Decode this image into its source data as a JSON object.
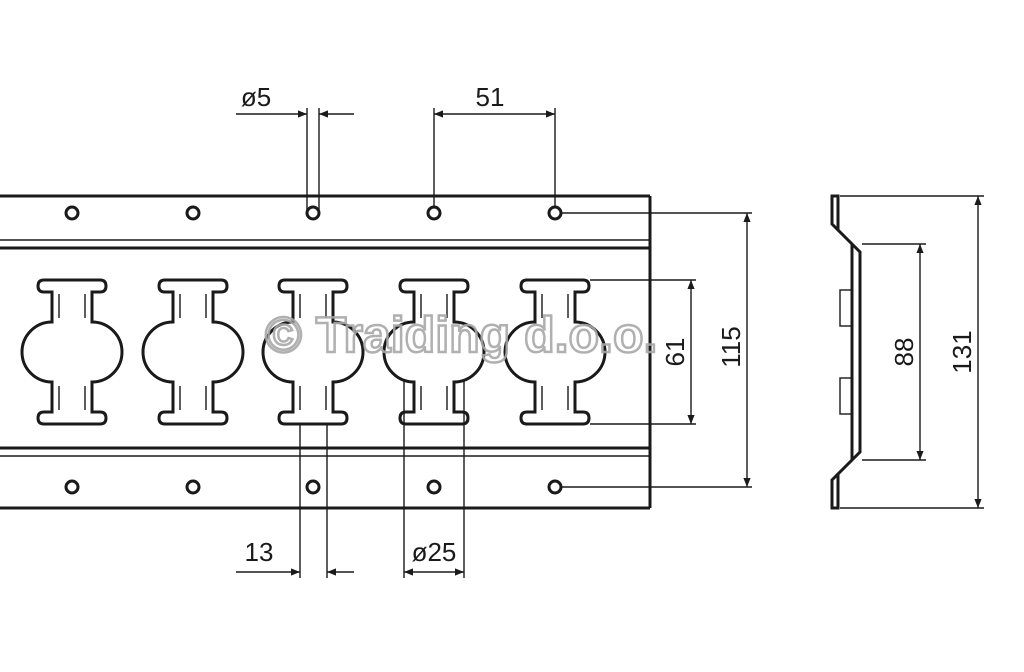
{
  "dimensions": {
    "hole_diameter": "ø5",
    "hole_pitch": "51",
    "slot_width": "13",
    "slot_round": "ø25",
    "slot_height": "61",
    "hole_rows": "115",
    "profile_inner": "88",
    "profile_total": "131"
  },
  "watermark": "© Traiding d.o.o."
}
